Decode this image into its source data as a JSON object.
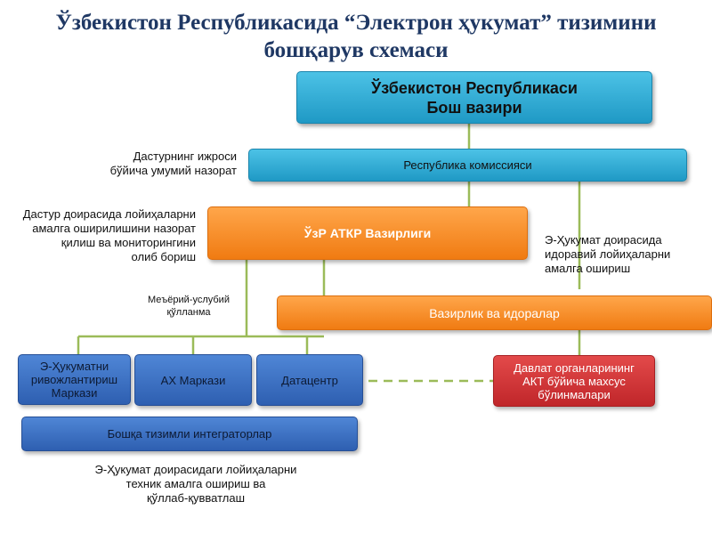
{
  "title": {
    "line1": "Ўзбекистон Республикасида “Электрон ҳукумат” тизимини",
    "line2": "бошқарув схемаси"
  },
  "boxes": {
    "prime_minister": {
      "line1": "Ўзбекистон Республикаси",
      "line2": "Бош вазири"
    },
    "commission": "Республика комиссияси",
    "ministry": "ЎзР АТКР Вазирлиги",
    "agencies": "Вазирлик ва идоралар",
    "egov_center": {
      "line1": "Э-Ҳукуматни",
      "line2": "ривожлантириш",
      "line3": "Маркази"
    },
    "ah_center": "АХ Маркази",
    "datacenter": "Датацентр",
    "integrators": "Бошқа тизимли интеграторлар",
    "ict_units": {
      "line1": "Давлат органларининг",
      "line2": "АКТ бўйича махсус",
      "line3": "бўлинмалари"
    }
  },
  "notes": {
    "control": {
      "line1": "Дастурнинг ижроси",
      "line2": "бўйича умумий назорат"
    },
    "monitoring": {
      "line1": "Дастур доирасида лойиҳаларни",
      "line2": "амалга оширилишини назорат",
      "line3": "қилиш ва мониторингини",
      "line4": "олиб бориш"
    },
    "implementation": {
      "line1": "Э-Ҳукумат доирасида",
      "line2": "идоравий лойиҳаларни",
      "line3": "амалга ошириш"
    },
    "guidance": {
      "line1": "Меъёрий-услубий",
      "line2": "қўлланма"
    },
    "support": {
      "line1": "Э-Ҳукумат доирасидаги лойиҳаларни",
      "line2": "техник амалга ошириш ва",
      "line3": "қўллаб-қувватлаш"
    }
  },
  "colors": {
    "title": "#1f3864",
    "teal": "#2aa8d6",
    "orange": "#f68b1f",
    "blue": "#3a70c4",
    "red": "#d33434",
    "connector": "#9bbb59"
  }
}
